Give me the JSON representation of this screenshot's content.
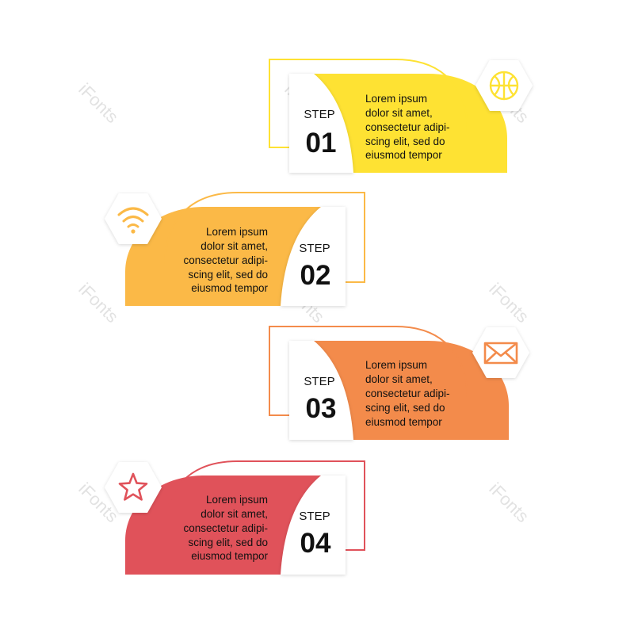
{
  "watermark": "iFonts",
  "steps": [
    {
      "step_label": "STEP",
      "number": "01",
      "color": "#fee233",
      "icon": "globe-icon",
      "text_lines": [
        "Lorem ipsum",
        "dolor sit amet,",
        "consectetur adipi-",
        "scing elit, sed do",
        "eiusmod tempor"
      ]
    },
    {
      "step_label": "STEP",
      "number": "02",
      "color": "#fbb947",
      "icon": "wifi-icon",
      "text_lines": [
        "Lorem ipsum",
        "dolor sit amet,",
        "consectetur adipi-",
        "scing elit, sed do",
        "eiusmod tempor"
      ]
    },
    {
      "step_label": "STEP",
      "number": "03",
      "color": "#f38b4b",
      "icon": "mail-icon",
      "text_lines": [
        "Lorem ipsum",
        "dolor sit amet,",
        "consectetur adipi-",
        "scing elit, sed do",
        "eiusmod tempor"
      ]
    },
    {
      "step_label": "STEP",
      "number": "04",
      "color": "#e0525a",
      "icon": "star-icon",
      "text_lines": [
        "Lorem ipsum",
        "dolor sit amet,",
        "consectetur adipi-",
        "scing elit, sed do",
        "eiusmod tempor"
      ]
    }
  ]
}
